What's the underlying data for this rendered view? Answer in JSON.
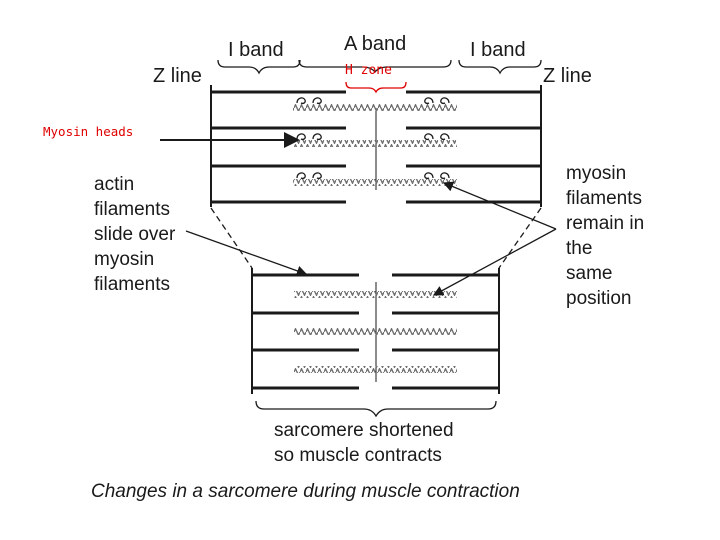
{
  "labels": {
    "z_line_left": "Z line",
    "i_band_left": "I band",
    "a_band": "A band",
    "h_zone": "H zone",
    "i_band_right": "I band",
    "z_line_right": "Z line",
    "myosin_heads": "Myosin heads",
    "actin_text": [
      "actin",
      "filaments",
      "slide over",
      "myosin",
      "filaments"
    ],
    "myosin_text": [
      "myosin",
      "filaments",
      "remain in",
      "the",
      "same",
      "position"
    ],
    "shortened_text": [
      "sarcomere shortened",
      "so muscle contracts"
    ],
    "caption": "Changes in a sarcomere during muscle contraction"
  },
  "colors": {
    "ink": "#1a1a1a",
    "red_label": "#e00000",
    "myosin_fill": "#7a7a7a"
  }
}
